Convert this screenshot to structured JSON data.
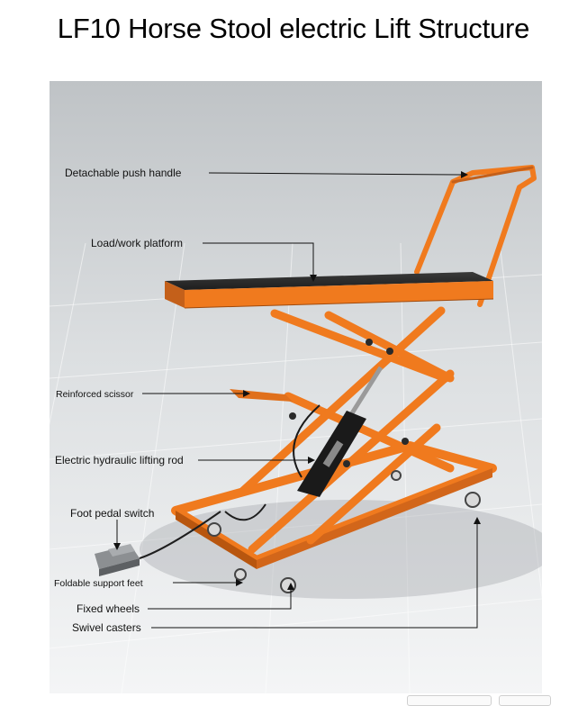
{
  "title": "LF10 Horse Stool electric Lift Structure",
  "labels": {
    "push_handle": "Detachable push handle",
    "platform": "Load/work platform",
    "scissor": "Reinforced scissor",
    "lifting_rod": "Electric hydraulic lifting rod",
    "pedal_switch": "Foot pedal switch",
    "support_feet": "Foldable support feet",
    "fixed_wheels": "Fixed wheels",
    "swivel_casters": "Swivel casters"
  },
  "colors": {
    "frame": "#f07a1e",
    "frame_dark": "#b8560f",
    "platform_top": "#2b2b2b",
    "cylinder": "#1a1a1a"
  }
}
